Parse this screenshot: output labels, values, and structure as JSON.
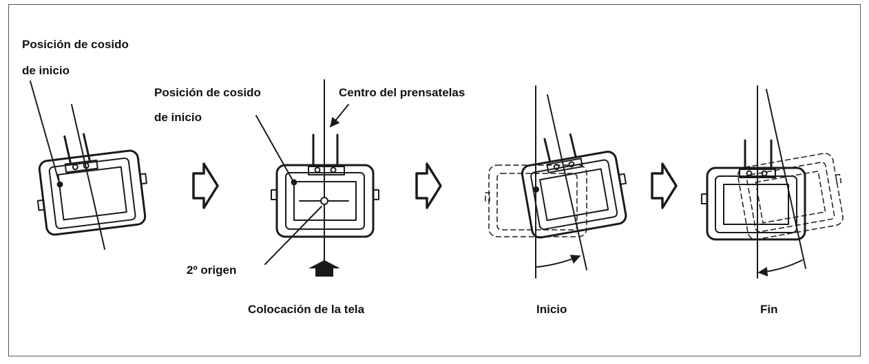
{
  "labels": {
    "start_pos_1_line1": "Posición de cosido",
    "start_pos_1_line2": "de inicio",
    "start_pos_2_line1": "Posición de cosido",
    "start_pos_2_line2": "de inicio",
    "presser_center": "Centro del prensatelas",
    "second_origin": "2º origen",
    "fabric_placement": "Colocación de la tela",
    "start": "Inicio",
    "end": "Fin"
  },
  "colors": {
    "line": "#1a1a1a",
    "border": "#555555",
    "background": "#ffffff"
  }
}
